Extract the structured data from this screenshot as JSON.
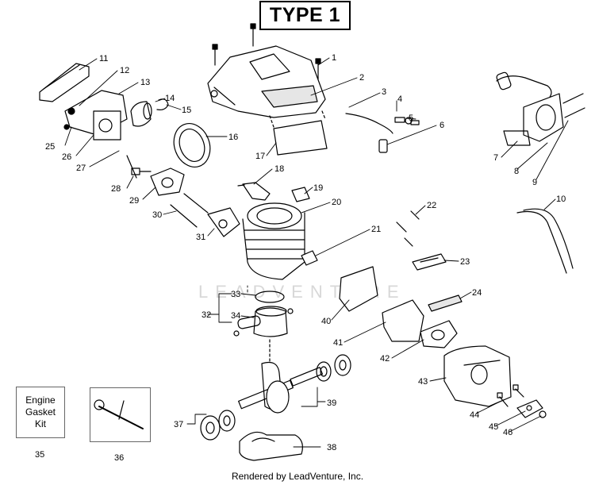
{
  "title": "TYPE 1",
  "watermark": "LEADVENTURE",
  "footer": "Rendered by LeadVenture, Inc.",
  "gasket_kit_label": "Engine\nGasket\nKit",
  "callouts": [
    "1",
    "2",
    "3",
    "4",
    "5",
    "6",
    "7",
    "8",
    "9",
    "10",
    "11",
    "12",
    "13",
    "14",
    "15",
    "16",
    "17",
    "18",
    "19",
    "20",
    "21",
    "22",
    "23",
    "24",
    "25",
    "26",
    "27",
    "28",
    "29",
    "30",
    "31",
    "32",
    "33",
    "34",
    "35",
    "36",
    "37",
    "38",
    "39",
    "40",
    "41",
    "42",
    "43",
    "44",
    "45",
    "46"
  ],
  "colors": {
    "line": "#000000",
    "frame": "#666666",
    "watermark": "#d8d8d8"
  }
}
